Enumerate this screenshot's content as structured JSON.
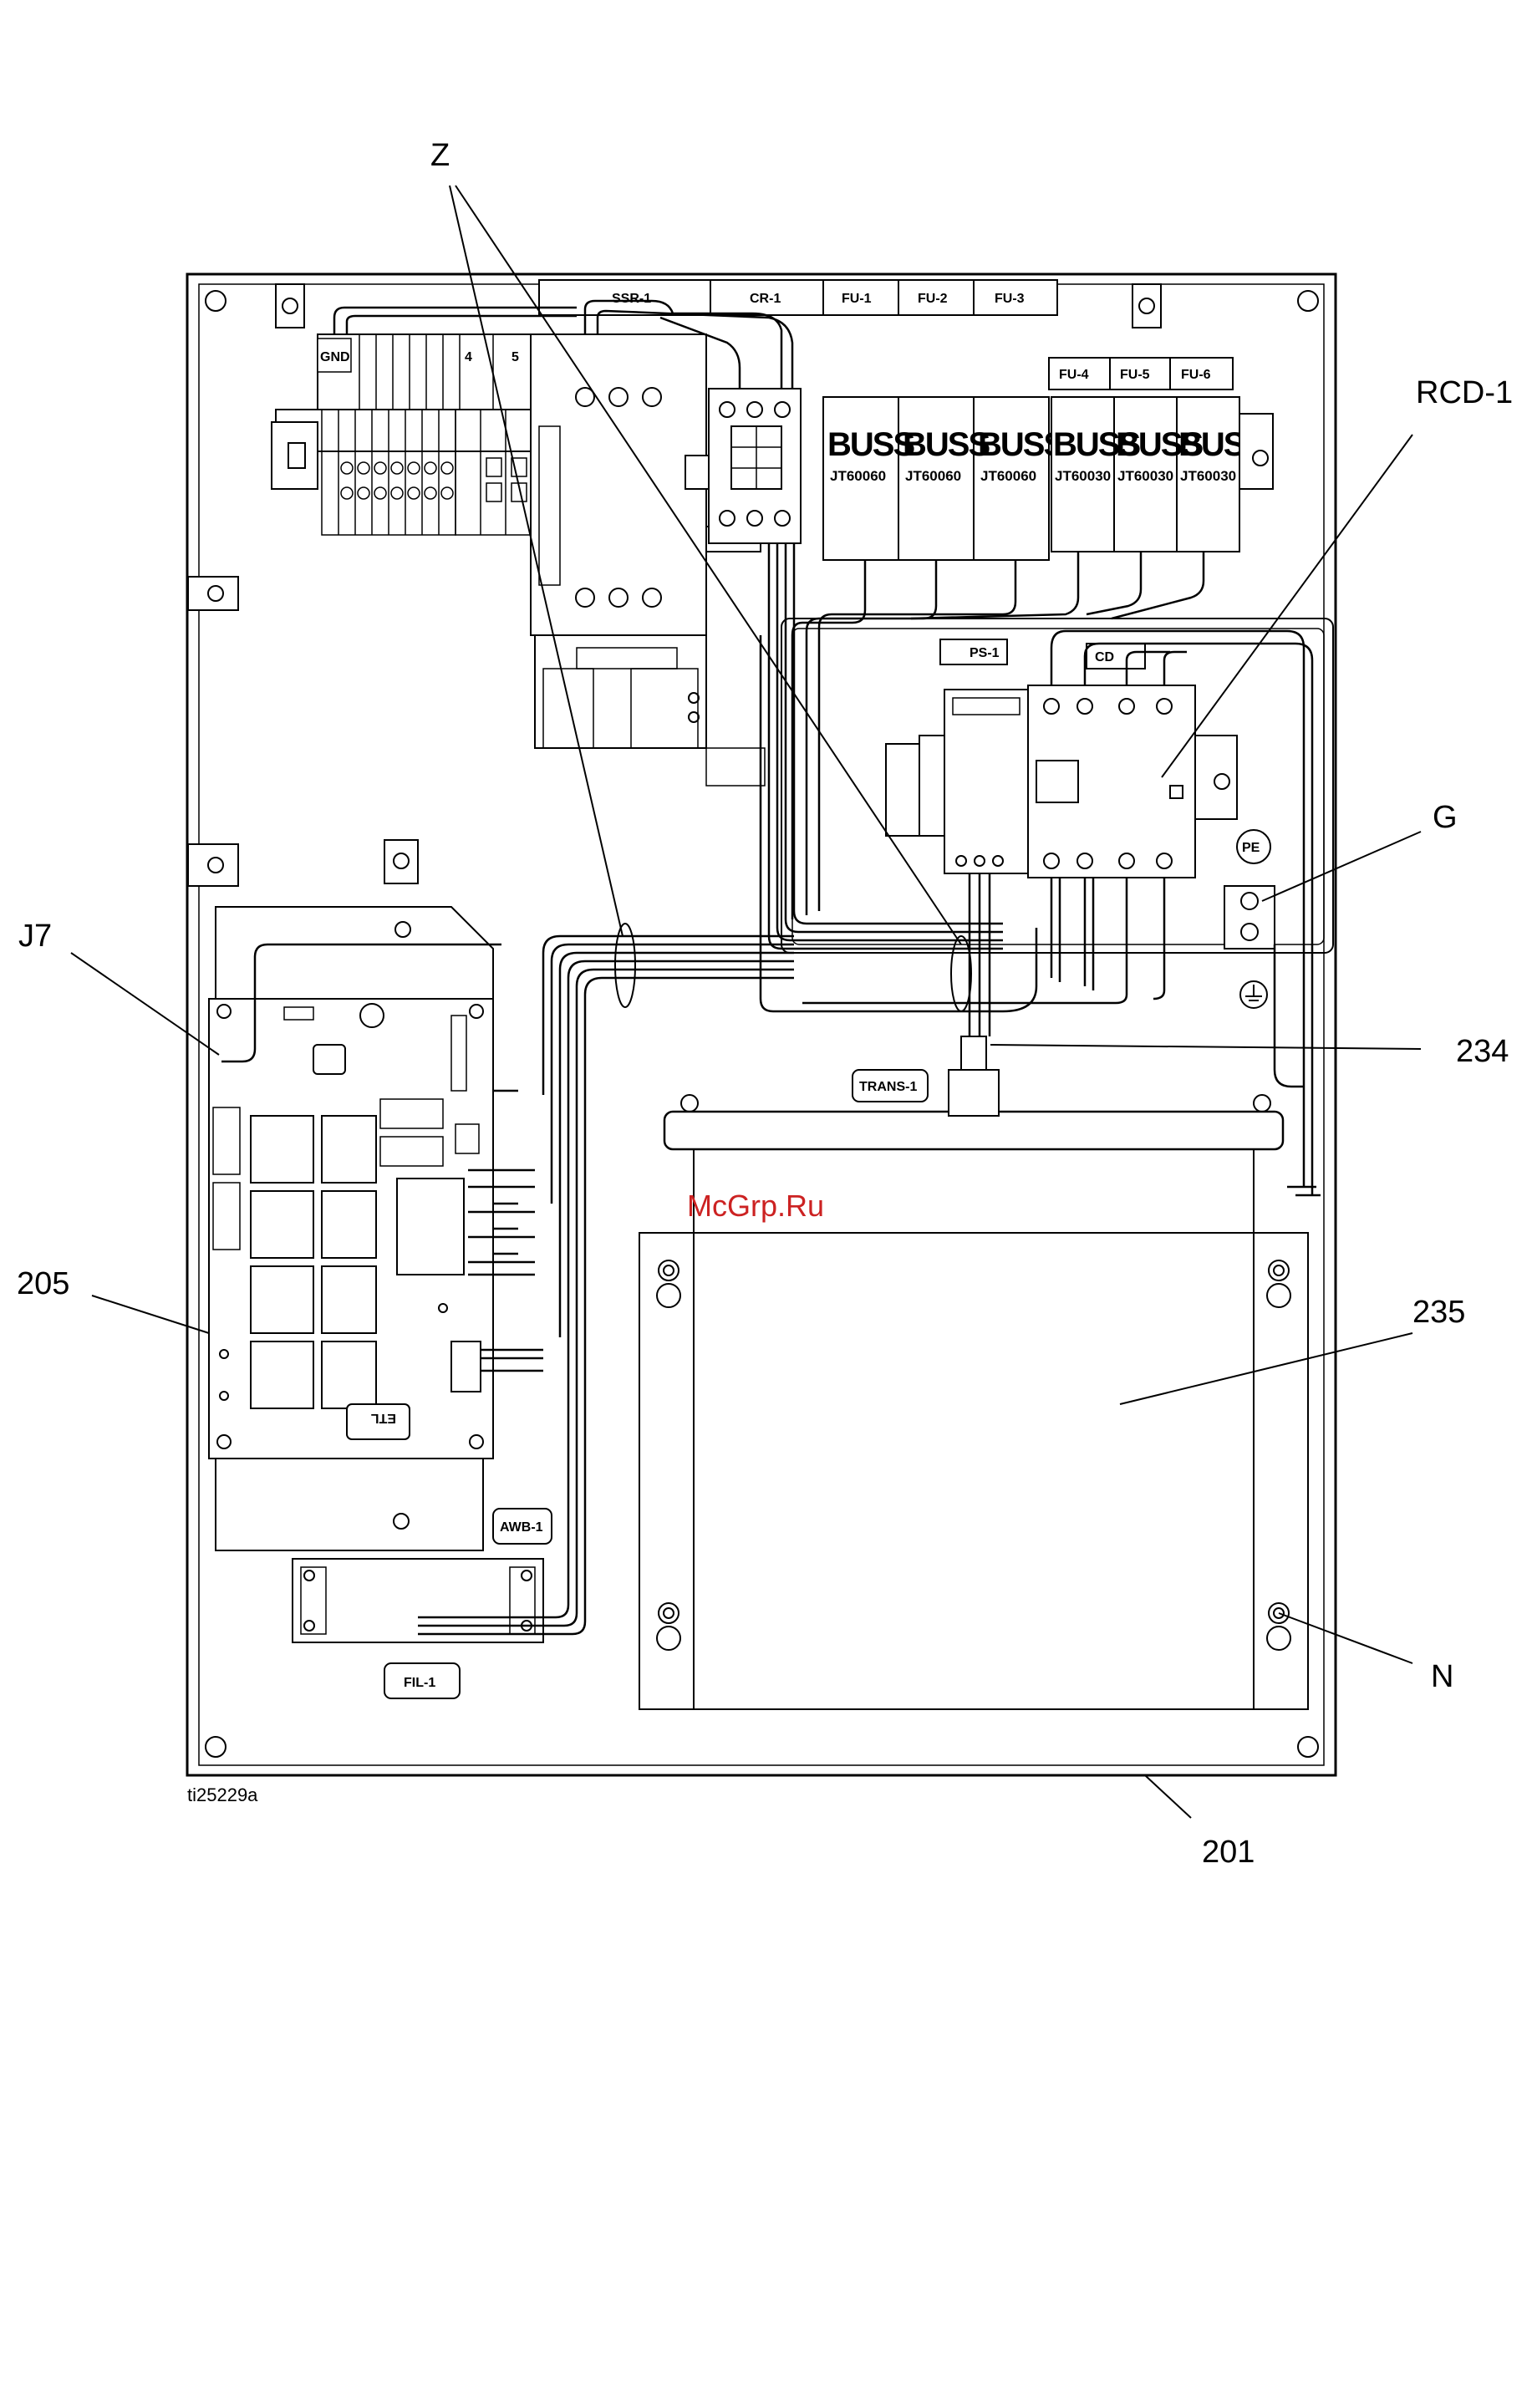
{
  "callouts": {
    "z": "Z",
    "rcd1": "RCD-1",
    "g": "G",
    "j7": "J7",
    "c234": "234",
    "c205": "205",
    "c235": "235",
    "n": "N",
    "c201": "201"
  },
  "component_tags": {
    "ssr1": "SSR-1",
    "cr1": "CR-1",
    "fu1": "FU-1",
    "fu2": "FU-2",
    "fu3": "FU-3",
    "fu4": "FU-4",
    "fu5": "FU-5",
    "fu6": "FU-6",
    "ps1": "PS-1",
    "rcd": "CD",
    "pe": "PE",
    "trans1": "TRANS-1",
    "awb1": "AWB-1",
    "fil1": "FIL-1",
    "etl": "ETL"
  },
  "terminal_labels": {
    "gnd": "GND",
    "t4": "4",
    "t5": "5"
  },
  "fuse_brand": "BUSS",
  "fuse_models": {
    "large": "JT60060",
    "small": "JT60030"
  },
  "watermark": "McGrp.Ru",
  "figure_id": "ti25229a"
}
